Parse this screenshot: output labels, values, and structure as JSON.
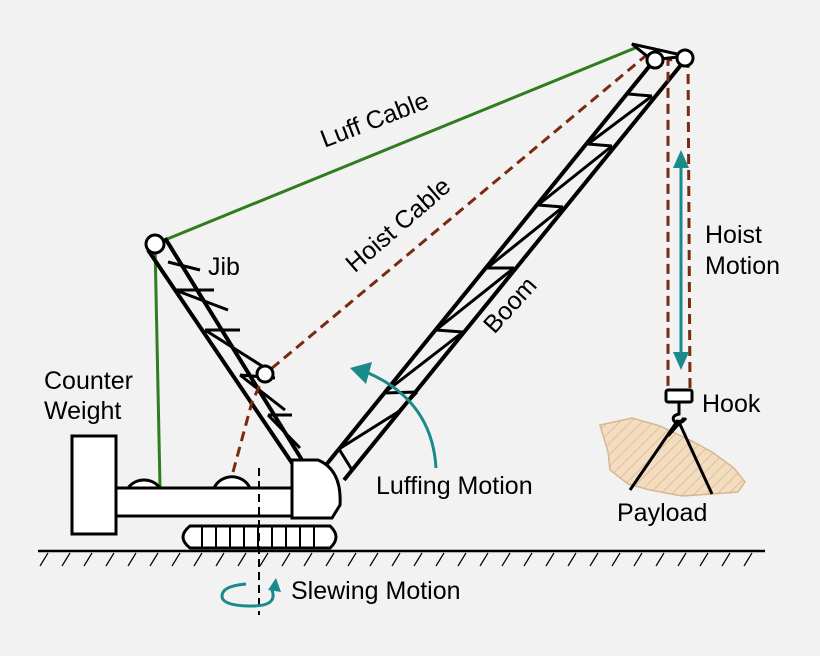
{
  "labels": {
    "luff_cable": "Luff Cable",
    "hoist_cable": "Hoist Cable",
    "jib": "Jib",
    "boom": "Boom",
    "counter_weight_line1": "Counter",
    "counter_weight_line2": "Weight",
    "hoist_motion_line1": "Hoist",
    "hoist_motion_line2": "Motion",
    "hook": "Hook",
    "payload": "Payload",
    "luffing_motion": "Luffing Motion",
    "slewing_motion": "Slewing Motion"
  },
  "colors": {
    "background": "#f2f2f2",
    "luff_cable": "#2f7d1e",
    "hoist_cable": "#7a2a10",
    "motion_arrow": "#1a8a8a",
    "structure": "#000000",
    "payload_fill": "#f0d9b8"
  }
}
